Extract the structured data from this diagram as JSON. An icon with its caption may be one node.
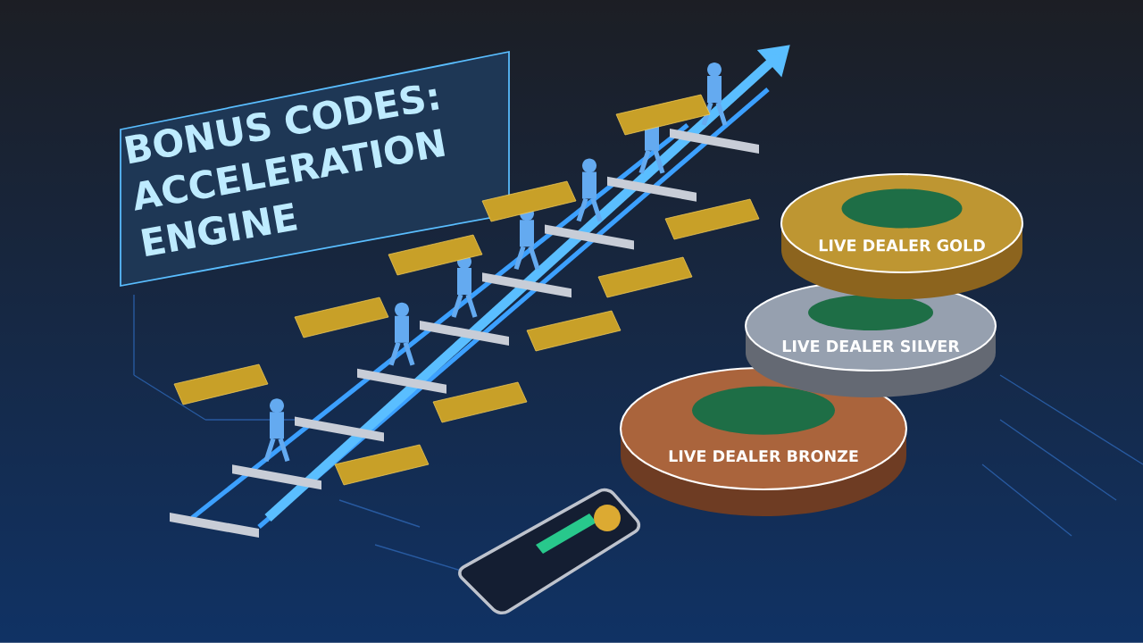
{
  "diagram": {
    "title": "BONUS CODES: ACCELERATION ENGINE",
    "nodes": [
      {
        "text": [
          "LIVE DEALER GOLD"
        ]
      },
      {
        "text": [
          "LIVE DEALER SILVER"
        ]
      },
      {
        "text": [
          "LIVE DEALER BRONZE"
        ]
      }
    ]
  }
}
